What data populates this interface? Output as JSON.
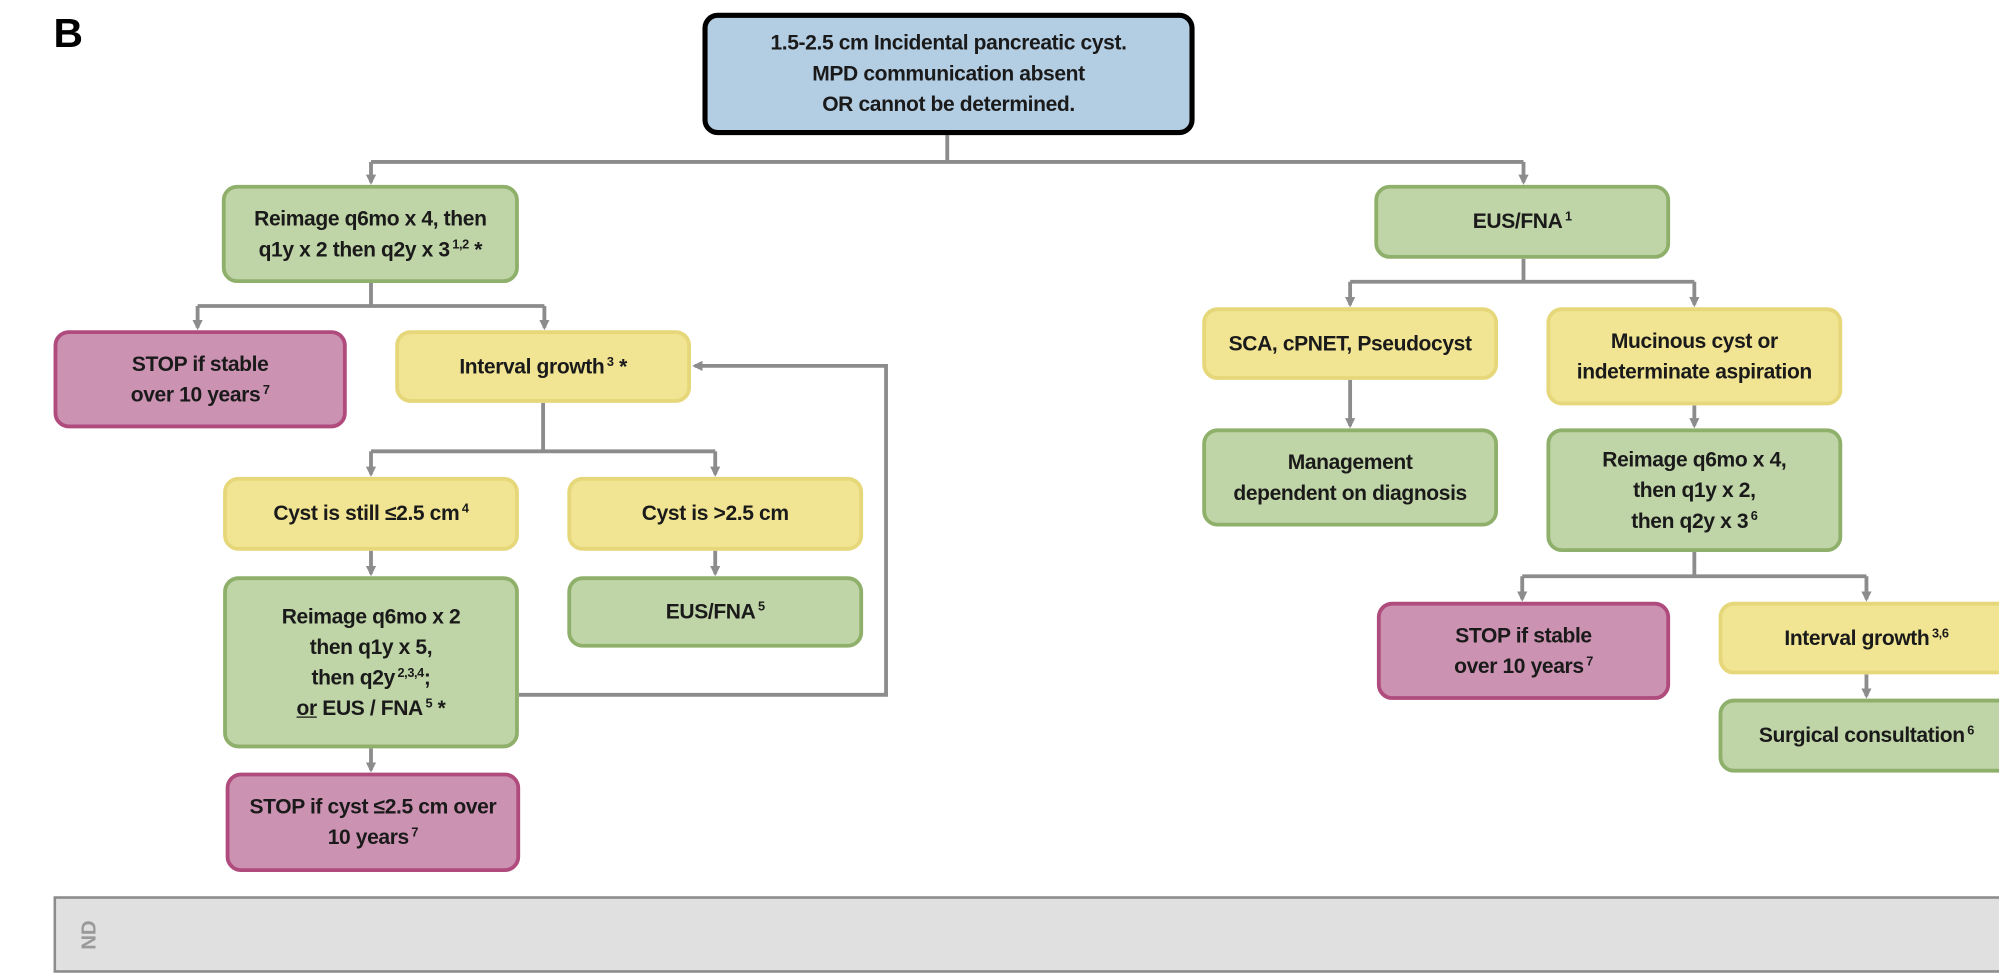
{
  "panel_label": "B",
  "colors": {
    "blue": "#b3cde3",
    "green": "#c0d5a7",
    "yellow": "#f1e593",
    "pink": "#cc92b2",
    "connector": "#8c8c8c"
  },
  "boxes": [
    {
      "id": "root",
      "color": "blue",
      "lines": [
        [
          {
            "t": "1.5-2.5 cm Incidental pancreatic cyst."
          }
        ],
        [
          {
            "t": "MPD communication absent"
          }
        ],
        [
          {
            "t": "OR cannot be determined."
          }
        ]
      ]
    },
    {
      "id": "reimage-q6mo-x4",
      "color": "green",
      "lines": [
        [
          {
            "t": "Reimage q6mo x 4, then"
          }
        ],
        [
          {
            "t": "q1y x 2 then q2y x 3"
          },
          {
            "sup": "1,2"
          },
          {
            "t": " *"
          }
        ]
      ]
    },
    {
      "id": "eus-fna-1",
      "color": "green",
      "lines": [
        [
          {
            "t": "EUS/FNA"
          },
          {
            "sup": "1"
          }
        ]
      ]
    },
    {
      "id": "stop-stable-left",
      "color": "pink",
      "lines": [
        [
          {
            "t": "STOP if stable"
          }
        ],
        [
          {
            "t": "over 10 years"
          },
          {
            "sup": "7"
          }
        ]
      ]
    },
    {
      "id": "interval-growth-left",
      "color": "yellow",
      "lines": [
        [
          {
            "t": "Interval growth"
          },
          {
            "sup": "3"
          },
          {
            "t": " *"
          }
        ]
      ]
    },
    {
      "id": "sca-cpnet",
      "color": "yellow",
      "lines": [
        [
          {
            "t": "SCA, cPNET, Pseudocyst"
          }
        ]
      ]
    },
    {
      "id": "mucinous",
      "color": "yellow",
      "lines": [
        [
          {
            "t": "Mucinous cyst or"
          }
        ],
        [
          {
            "t": "indeterminate aspiration"
          }
        ]
      ]
    },
    {
      "id": "management",
      "color": "green",
      "lines": [
        [
          {
            "t": "Management"
          }
        ],
        [
          {
            "t": "dependent on diagnosis"
          }
        ]
      ]
    },
    {
      "id": "reimage-right",
      "color": "green",
      "lines": [
        [
          {
            "t": "Reimage q6mo x 4,"
          }
        ],
        [
          {
            "t": "then q1y x 2,"
          }
        ],
        [
          {
            "t": "then q2y x 3"
          },
          {
            "sup": "6"
          }
        ]
      ]
    },
    {
      "id": "cyst-still-small",
      "color": "yellow",
      "lines": [
        [
          {
            "t": "Cyst is still ≤2.5 cm"
          },
          {
            "sup": "4"
          }
        ]
      ]
    },
    {
      "id": "cyst-large",
      "color": "yellow",
      "lines": [
        [
          {
            "t": "Cyst is >2.5 cm"
          }
        ]
      ]
    },
    {
      "id": "reimage-q6mo-x2",
      "color": "green",
      "lines": [
        [
          {
            "t": "Reimage q6mo x 2"
          }
        ],
        [
          {
            "t": "then q1y x 5,"
          }
        ],
        [
          {
            "t": "then q2y"
          },
          {
            "sup": "2,3,4"
          },
          {
            "t": ";"
          }
        ],
        [
          {
            "t": "or",
            "u": true
          },
          {
            "t": " EUS / FNA"
          },
          {
            "sup": "5"
          },
          {
            "t": " *"
          }
        ]
      ]
    },
    {
      "id": "eus-fna-5",
      "color": "green",
      "lines": [
        [
          {
            "t": "EUS/FNA"
          },
          {
            "sup": "5"
          }
        ]
      ]
    },
    {
      "id": "stop-stable-right",
      "color": "pink",
      "lines": [
        [
          {
            "t": "STOP if stable"
          }
        ],
        [
          {
            "t": "over 10 years"
          },
          {
            "sup": "7"
          }
        ]
      ]
    },
    {
      "id": "interval-growth-right",
      "color": "yellow",
      "lines": [
        [
          {
            "t": "Interval growth"
          },
          {
            "sup": "3,6"
          }
        ]
      ]
    },
    {
      "id": "surgical-consultation",
      "color": "green",
      "lines": [
        [
          {
            "t": "Surgical consultation"
          },
          {
            "sup": "6"
          }
        ]
      ]
    },
    {
      "id": "stop-cyst-small",
      "color": "pink",
      "lines": [
        [
          {
            "t": "STOP if cyst ≤2.5 cm over"
          }
        ],
        [
          {
            "t": "10 years"
          },
          {
            "sup": "7"
          }
        ]
      ]
    }
  ],
  "legend": {
    "label": "ND"
  }
}
